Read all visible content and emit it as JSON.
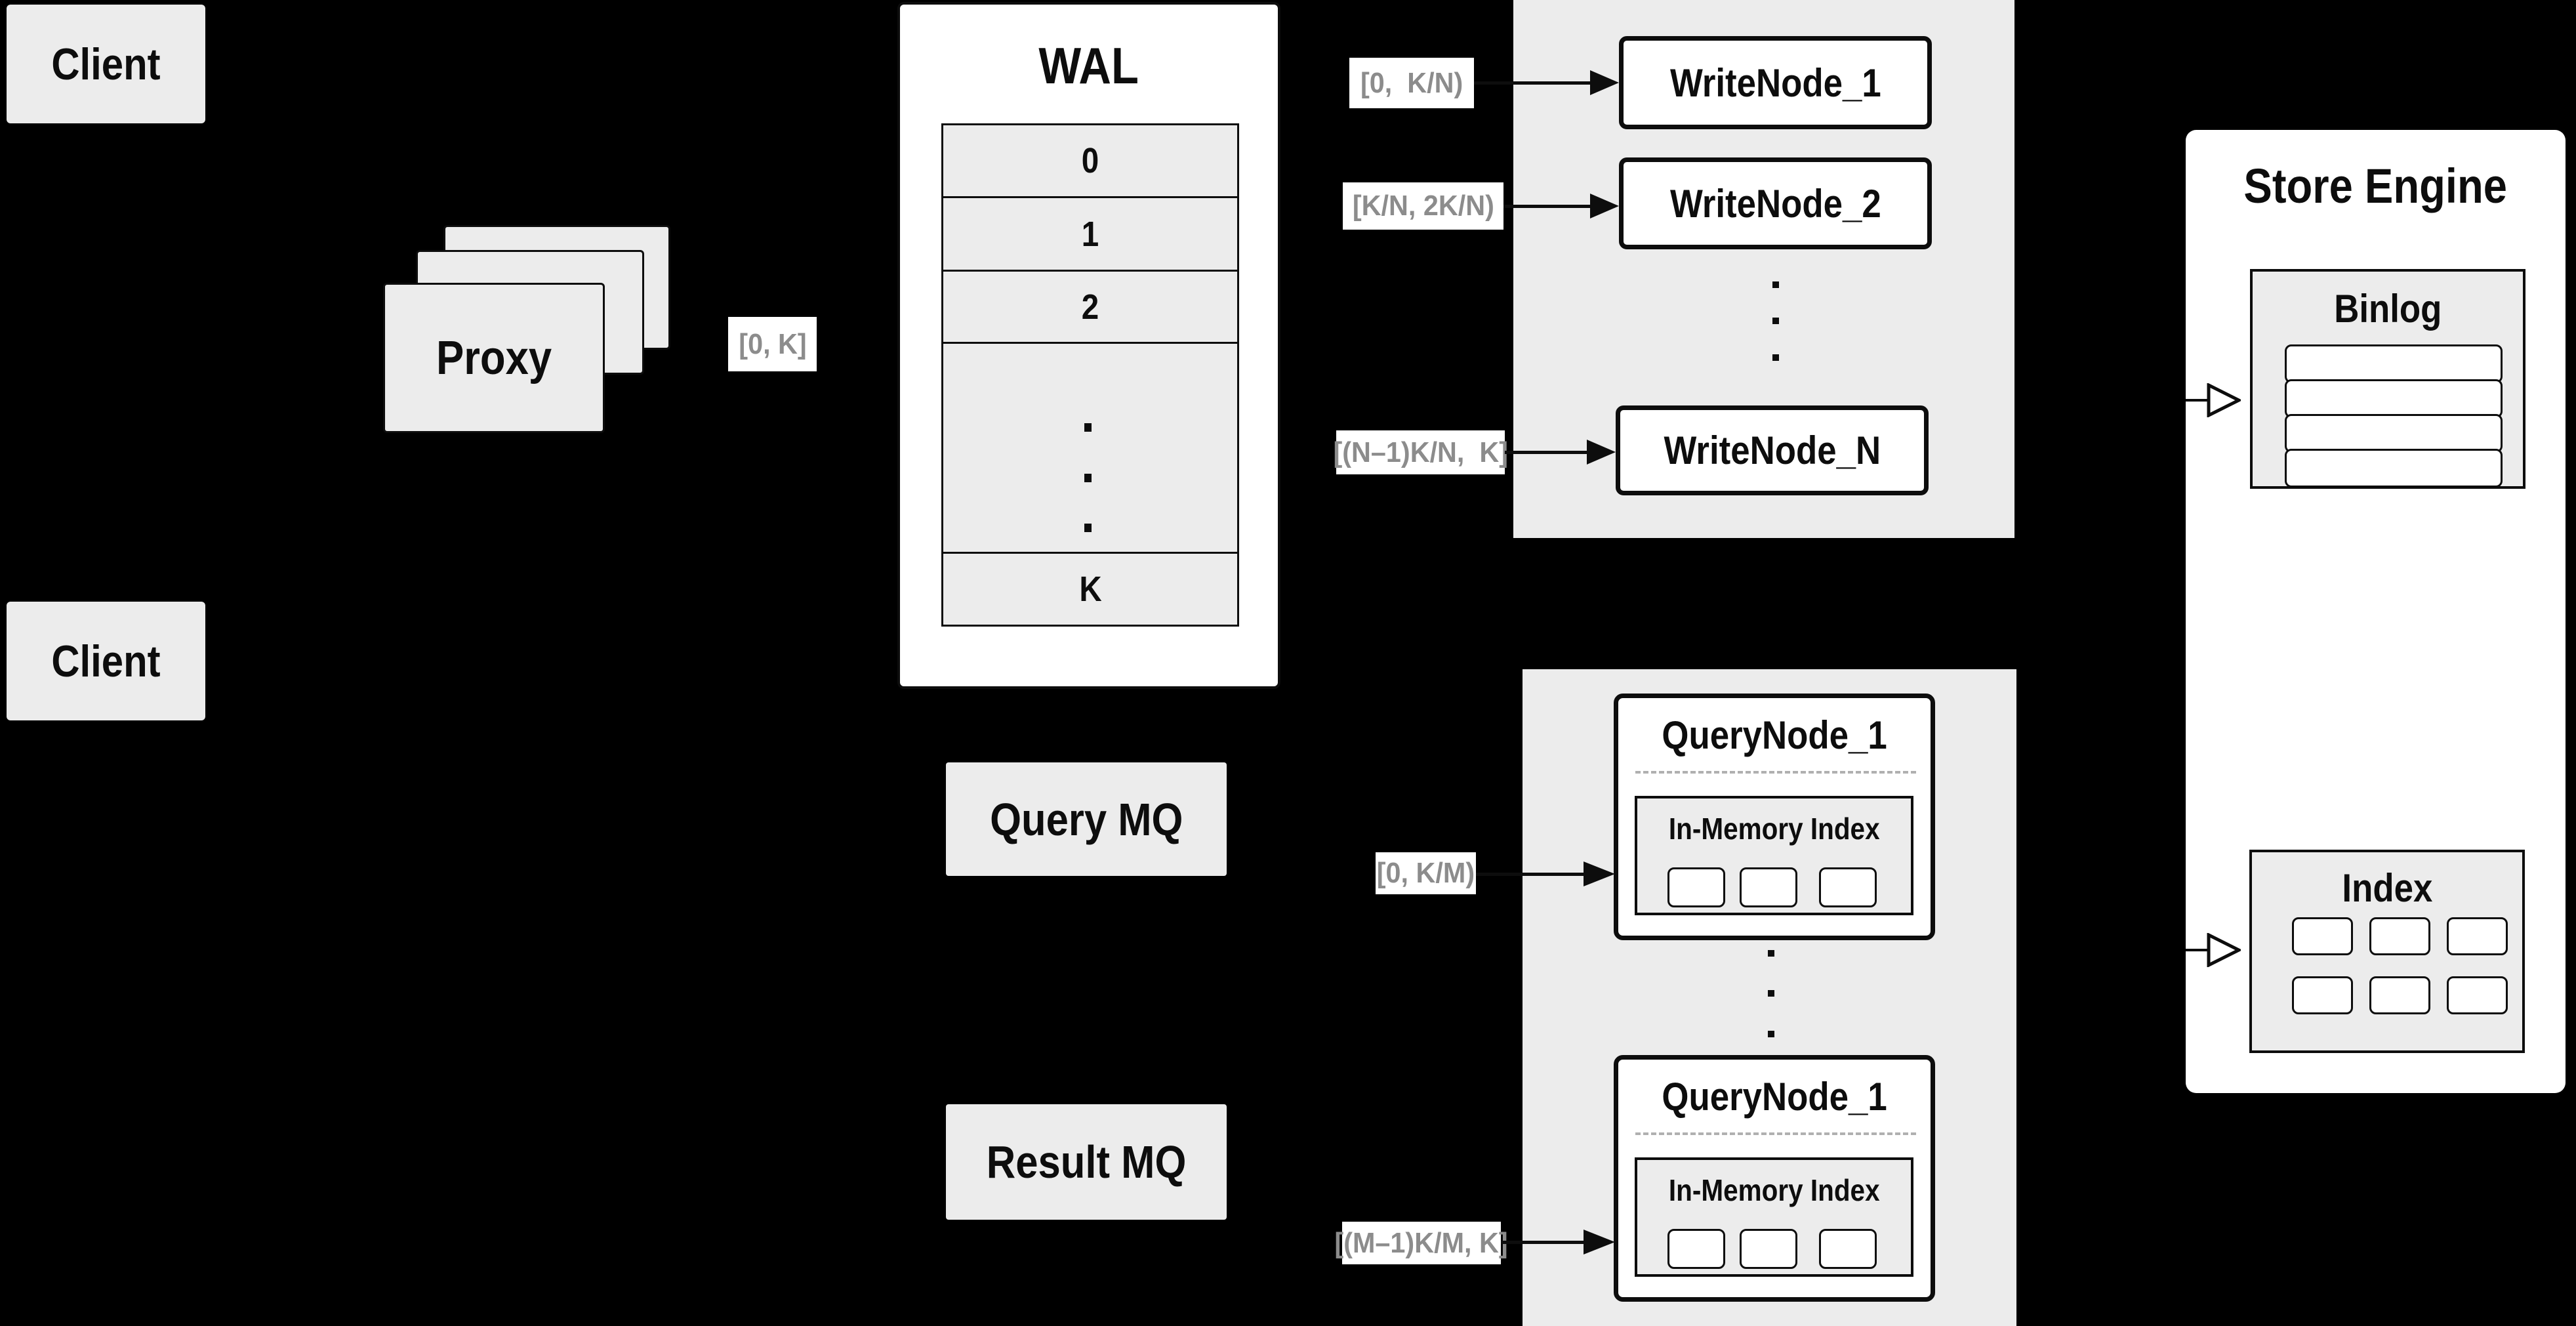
{
  "colors": {
    "background": "#000000",
    "panel_fill": "#ececec",
    "box_fill": "#ffffff",
    "line": "#0d0d0d",
    "range_text": "#8c8c8c",
    "dashed_separator": "#b0b0b0"
  },
  "client_top": {
    "label": "Client"
  },
  "client_bottom": {
    "label": "Client"
  },
  "proxy": {
    "label": "Proxy"
  },
  "labels": {
    "proxy_out": "[0, K]",
    "write_node_1": "[0,  K/N)",
    "write_node_2": "[K/N, 2K/N)",
    "write_node_n": "[(N–1)K/N,  K]",
    "query_node_1": "[0, K/M)",
    "query_node_m": "[(M–1)K/M, K]"
  },
  "wal": {
    "title": "WAL",
    "rows": [
      "0",
      "1",
      "2",
      "K"
    ]
  },
  "write_nodes": {
    "node1": "WriteNode_1",
    "node2": "WriteNode_2",
    "nodeN": "WriteNode_N"
  },
  "mq": {
    "query_label": "Query MQ",
    "result_label": "Result MQ"
  },
  "query_nodes": {
    "top": {
      "title": "QueryNode_1",
      "inner_title": "In-Memory Index"
    },
    "bottom": {
      "title": "QueryNode_1",
      "inner_title": "In-Memory Index"
    }
  },
  "store_engine": {
    "title": "Store Engine",
    "binlog": {
      "title": "Binlog"
    },
    "index": {
      "title": "Index"
    }
  }
}
